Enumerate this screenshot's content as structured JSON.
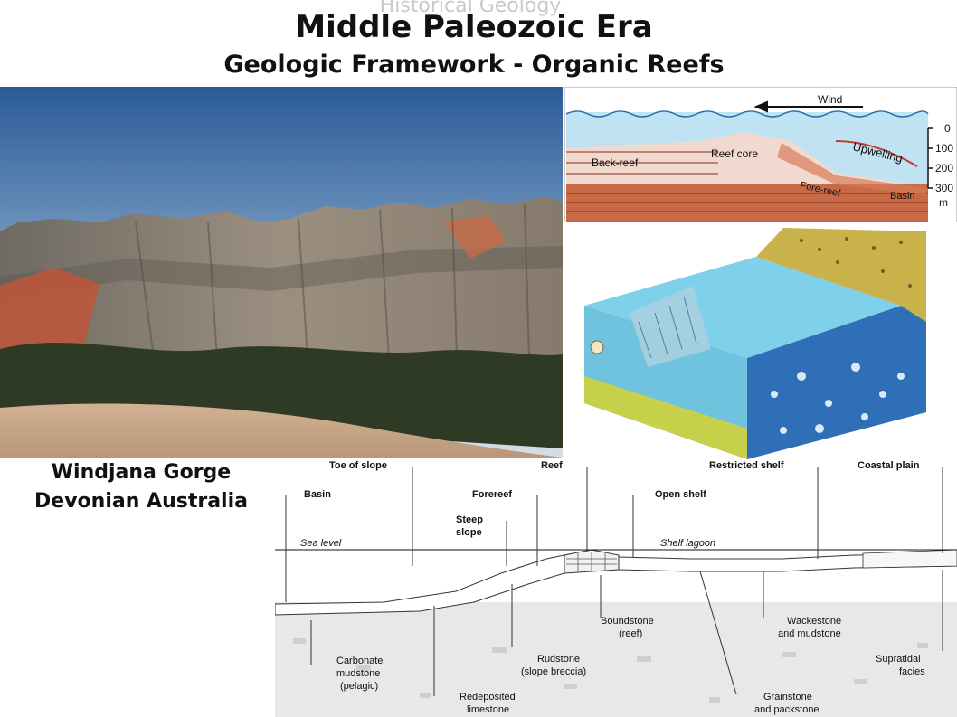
{
  "header": {
    "ghost_title": "Historical Geology",
    "title": "Middle Paleozoic Era",
    "subtitle": "Geologic Framework - Organic Reefs"
  },
  "photo": {
    "caption_line1": "Windjana Gorge",
    "caption_line2": "Devonian Australia"
  },
  "reef_profile": {
    "wind_label": "Wind",
    "upwelling_label": "Upwelling",
    "zones": [
      "Back-reef",
      "Reef core",
      "Fore-reef",
      "Basin"
    ],
    "depth_ticks": [
      "0",
      "100",
      "200",
      "300"
    ],
    "depth_unit": "m"
  },
  "cross_section": {
    "top_labels": {
      "toe_of_slope": "Toe of slope",
      "reef": "Reef",
      "restricted_shelf": "Restricted shelf",
      "coastal_plain": "Coastal plain",
      "basin": "Basin",
      "forereef": "Forereef",
      "open_shelf": "Open shelf",
      "steep_slope_1": "Steep",
      "steep_slope_2": "slope"
    },
    "water_labels": {
      "sea_level": "Sea level",
      "shelf_lagoon": "Shelf lagoon"
    },
    "bottom_labels": {
      "boundstone_1": "Boundstone",
      "boundstone_2": "(reef)",
      "wackestone_1": "Wackestone",
      "wackestone_2": "and mudstone",
      "carbonate_1": "Carbonate",
      "carbonate_2": "mudstone",
      "carbonate_3": "(pelagic)",
      "rudstone_1": "Rudstone",
      "rudstone_2": "(slope breccia)",
      "supratidal_1": "Supratidal",
      "supratidal_2": "facies",
      "redeposited_1": "Redeposited",
      "redeposited_2": "limestone",
      "grainstone_1": "Grainstone",
      "grainstone_2": "and packstone"
    }
  },
  "colors": {
    "sky_top": "#2f5f9a",
    "sky_bottom": "#c9d6e2",
    "cliff": "#8a7f72",
    "red_rock": "#c0563a",
    "vegetation": "#2f3a24",
    "sand": "#c9a888",
    "water": "#bfe3f2",
    "brick": "#c86a45",
    "block_water": "#58b8d8"
  }
}
